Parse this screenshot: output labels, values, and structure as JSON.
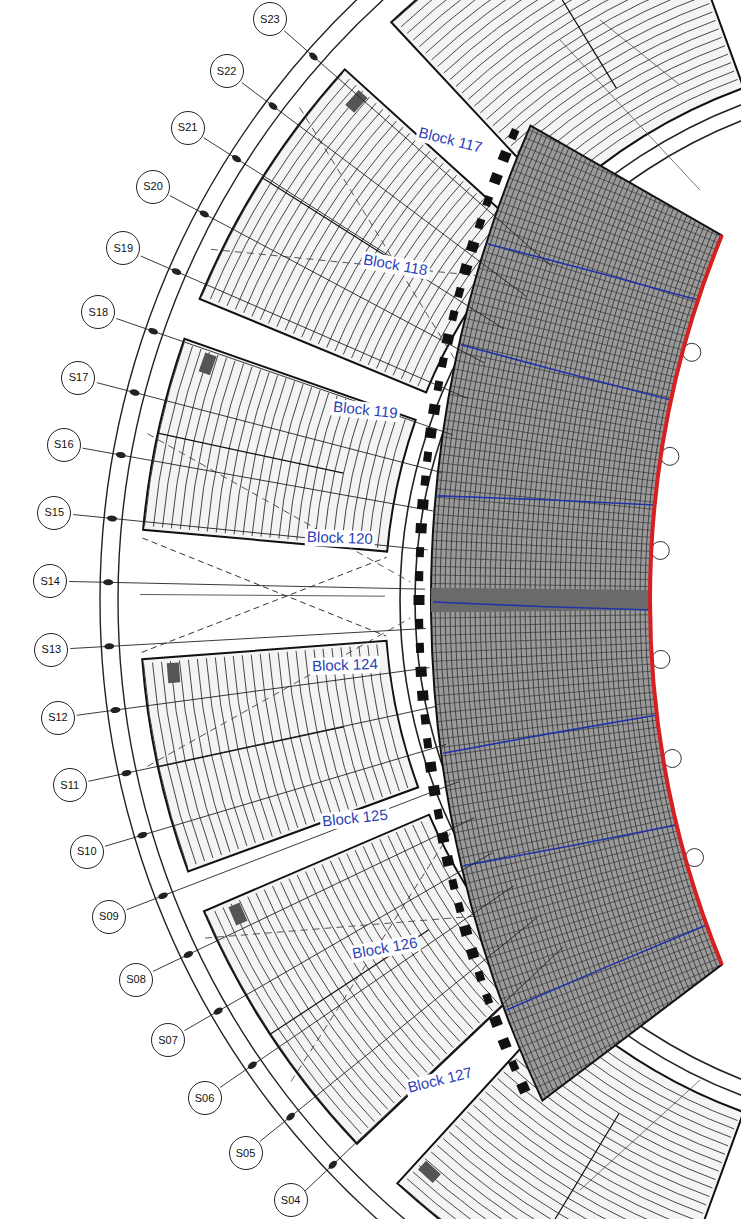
{
  "diagram": {
    "nodes": [
      {
        "text": [
          "S23"
        ]
      },
      {
        "text": [
          "S22"
        ]
      },
      {
        "text": [
          "S21"
        ]
      },
      {
        "text": [
          "S20"
        ]
      },
      {
        "text": [
          "S19"
        ]
      },
      {
        "text": [
          "S18"
        ]
      },
      {
        "text": [
          "S17"
        ]
      },
      {
        "text": [
          "S16"
        ]
      },
      {
        "text": [
          "S15"
        ]
      },
      {
        "text": [
          "S14"
        ]
      },
      {
        "text": [
          "S13"
        ]
      },
      {
        "text": [
          "S12"
        ]
      },
      {
        "text": [
          "S11"
        ]
      },
      {
        "text": [
          "S10"
        ]
      },
      {
        "text": [
          "S09"
        ]
      },
      {
        "text": [
          "S08"
        ]
      },
      {
        "text": [
          "S07"
        ]
      },
      {
        "text": [
          "S06"
        ]
      },
      {
        "text": [
          "S05"
        ]
      },
      {
        "text": [
          "S04"
        ]
      }
    ],
    "labels": [
      "Block 117",
      "Block 118",
      "Block 119",
      "Block 120",
      "Block 124",
      "Block 125",
      "Block 126",
      "Block 127"
    ]
  }
}
